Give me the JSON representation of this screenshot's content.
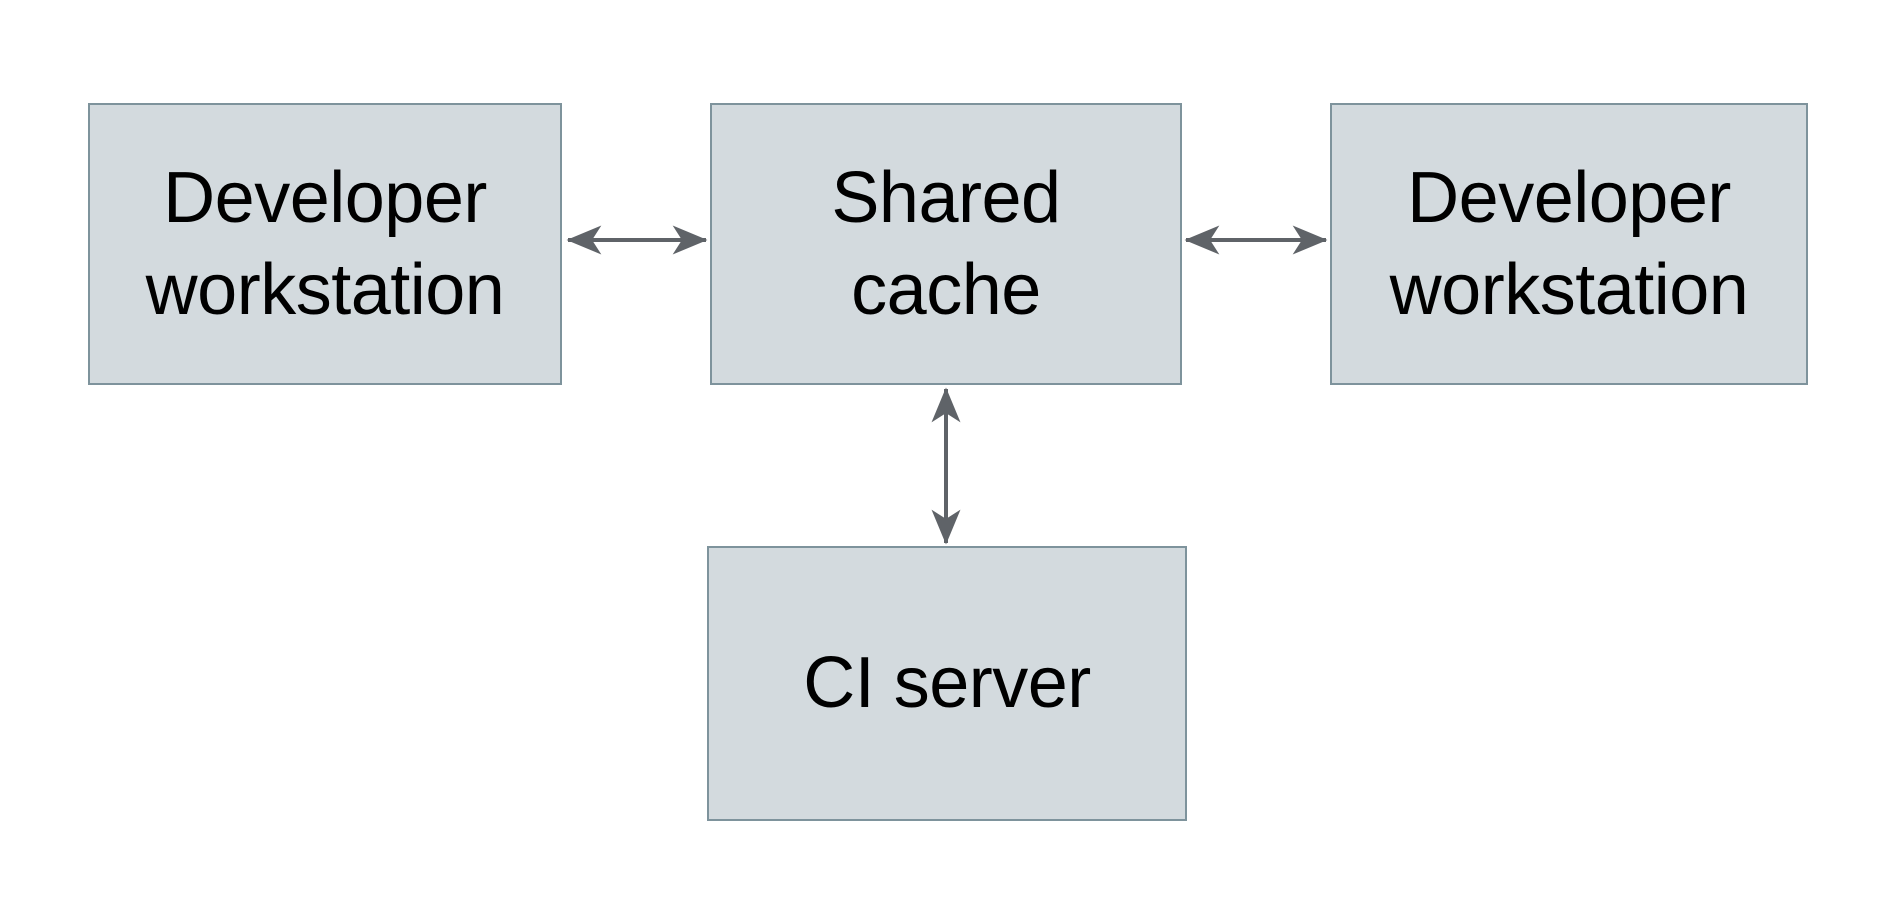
{
  "diagram": {
    "type": "architecture-diagram",
    "title": "",
    "nodes": [
      {
        "id": "developer-workstation-left",
        "label": "Developer\nworkstation"
      },
      {
        "id": "shared-cache",
        "label": "Shared\ncache"
      },
      {
        "id": "developer-workstation-right",
        "label": "Developer\nworkstation"
      },
      {
        "id": "ci-server",
        "label": "CI server"
      }
    ],
    "edges": [
      {
        "from": "developer-workstation-left",
        "to": "shared-cache",
        "direction": "bidirectional",
        "style": "double-headed-arrow"
      },
      {
        "from": "shared-cache",
        "to": "developer-workstation-right",
        "direction": "bidirectional",
        "style": "double-headed-arrow"
      },
      {
        "from": "shared-cache",
        "to": "ci-server",
        "direction": "bidirectional",
        "style": "double-headed-arrow"
      }
    ],
    "colors": {
      "node_fill": "#d3dade",
      "node_border": "#7e939c",
      "arrow": "#5f6368",
      "text": "#000000",
      "background": "#ffffff"
    }
  }
}
